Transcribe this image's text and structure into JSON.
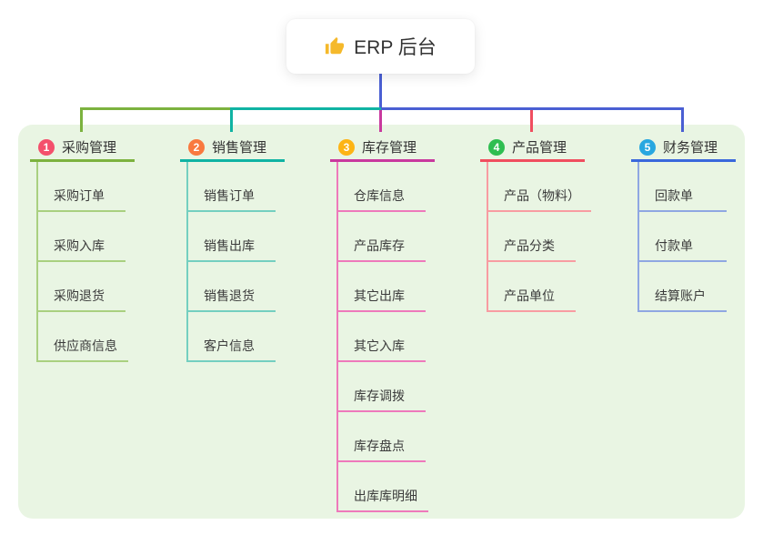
{
  "root": {
    "label": "ERP 后台",
    "icon": "thumbs-up-icon"
  },
  "colors": {
    "panel_bg": "#E9F5E3",
    "connector_blue": "#4A5FD3",
    "connector_green": "#7CB23F",
    "connector_teal": "#10B3A3",
    "connector_magenta": "#C9399E",
    "connector_red": "#F04E5F",
    "thumb_icon": "#F5B92B"
  },
  "branches": [
    {
      "num": "1",
      "label": "采购管理",
      "badge_color": "#F4506C",
      "line_color": "#7CB23F",
      "child_line_color": "#A9D080",
      "children": [
        "采购订单",
        "采购入库",
        "采购退货",
        "供应商信息"
      ]
    },
    {
      "num": "2",
      "label": "销售管理",
      "badge_color": "#F9793F",
      "line_color": "#10B3A3",
      "child_line_color": "#74CFC0",
      "children": [
        "销售订单",
        "销售出库",
        "销售退货",
        "客户信息"
      ]
    },
    {
      "num": "3",
      "label": "库存管理",
      "badge_color": "#FDB415",
      "line_color": "#C9399E",
      "child_line_color": "#EE79BB",
      "children": [
        "仓库信息",
        "产品库存",
        "其它出库",
        "其它入库",
        "库存调拨",
        "库存盘点",
        "出库库明细"
      ]
    },
    {
      "num": "4",
      "label": "产品管理",
      "badge_color": "#2FBE51",
      "line_color": "#F04E5F",
      "child_line_color": "#F89CA2",
      "children": [
        "产品（物料）",
        "产品分类",
        "产品单位"
      ]
    },
    {
      "num": "5",
      "label": "财务管理",
      "badge_color": "#28A7E0",
      "line_color": "#3A68DC",
      "child_line_color": "#8FA7E2",
      "children": [
        "回款单",
        "付款单",
        "结算账户"
      ]
    }
  ]
}
